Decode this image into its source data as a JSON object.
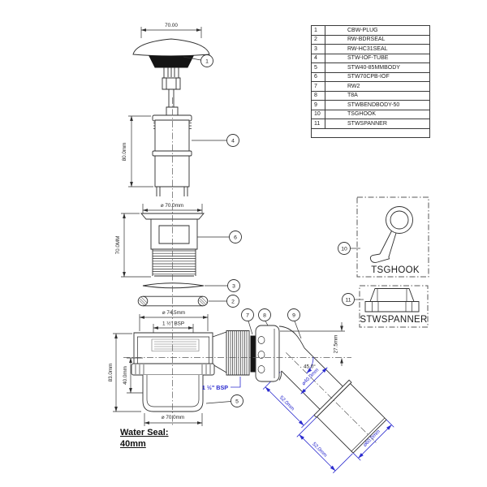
{
  "parts_table": {
    "rows": [
      {
        "num": "1",
        "code": "CBW-PLUG"
      },
      {
        "num": "2",
        "code": "RW-BDRSEAL"
      },
      {
        "num": "3",
        "code": "RW-HC31SEAL"
      },
      {
        "num": "4",
        "code": "STW-IOF-TUBE"
      },
      {
        "num": "5",
        "code": "STW40-85MMBODY"
      },
      {
        "num": "6",
        "code": "STW70CPB-IOF"
      },
      {
        "num": "7",
        "code": "RW2"
      },
      {
        "num": "8",
        "code": "T8A"
      },
      {
        "num": "9",
        "code": "STWBENDBODY-50"
      },
      {
        "num": "10",
        "code": "TSGHOOK"
      },
      {
        "num": "11",
        "code": "STWSPANNER"
      },
      {
        "num": "",
        "code": ""
      }
    ]
  },
  "dims": {
    "plug_width": "70.00",
    "tube_height": "80.0mm",
    "body_dia": "⌀ 70.0mm",
    "body_height": "70.0MM",
    "seal_dia": "⌀ 74.5mm",
    "inlet_thread": "1 ½\" BSP",
    "trap_height": "83.0mm",
    "water_seal": "40.0mm",
    "outlet_thread": "1 ½\" BSP",
    "base_dia": "⌀ 70.0mm",
    "bend_offset": "27.5mm",
    "bend_angle": "45.0°",
    "pipe_dia": "⌀40.0mm",
    "pipe_len": "52.0mm",
    "socket_len": "52.0mm",
    "socket_dia": "⌀60.0mm"
  },
  "balloons": {
    "b1": "1",
    "b2": "2",
    "b3": "3",
    "b4": "4",
    "b5": "5",
    "b6": "6",
    "b7": "7",
    "b8": "8",
    "b9": "9",
    "b10": "10",
    "b11": "11"
  },
  "tools": {
    "hook_label": "TSGHOOK",
    "spanner_label": "STWSPANNER"
  },
  "notes": {
    "water_seal_title": "Water Seal:",
    "water_seal_value": "40mm"
  },
  "colors": {
    "dimension_blue": "#2b2bcf",
    "line_color": "#2f2f2f"
  }
}
